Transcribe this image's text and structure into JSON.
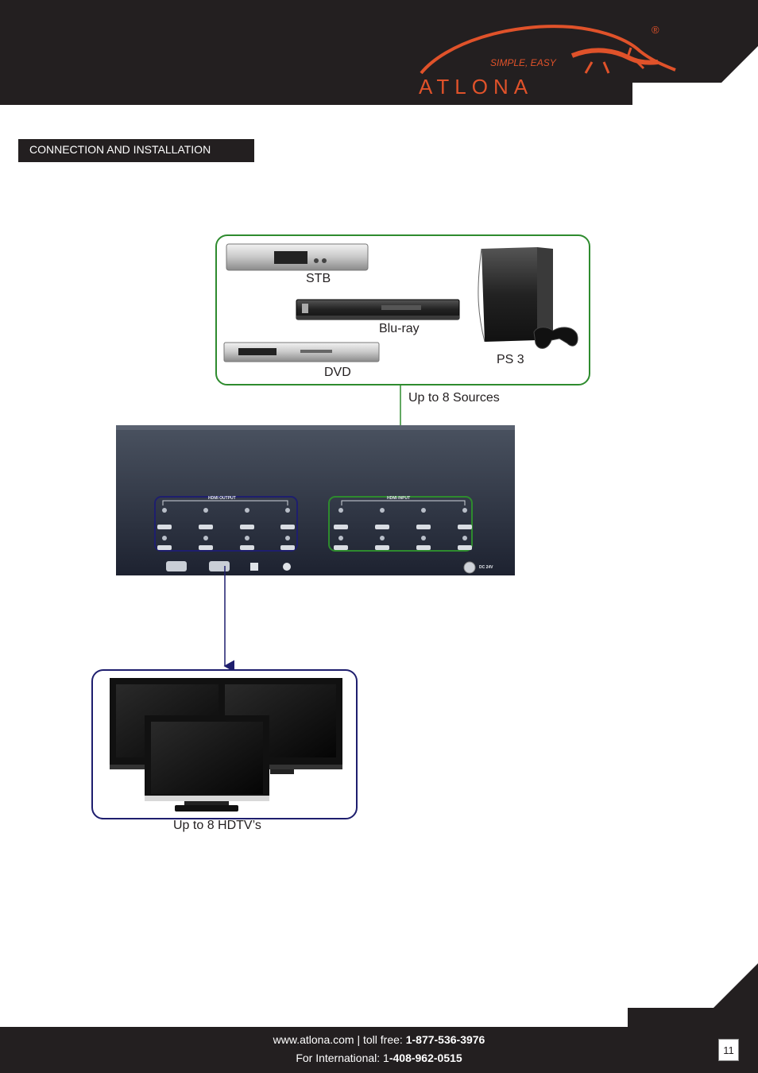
{
  "header": {
    "tagline": "SIMPLE, EASY",
    "brand": "ATLONA",
    "registered": "®",
    "bg_color": "#231f20",
    "accent_color": "#e0522a"
  },
  "section": {
    "title": "CONNECTION AND INSTALLATION"
  },
  "diagram": {
    "sources_box_color": "#2e8b2e",
    "output_box_color": "#1e1e6e",
    "devices": {
      "stb": "STB",
      "bluray": "Blu-ray",
      "dvd": "DVD",
      "ps3": "PS 3"
    },
    "sources_caption": "Up to 8 Sources",
    "hdtv_caption": "Up to 8 HDTV’s",
    "panel": {
      "output_label": "HDMI OUTPUT",
      "input_label": "HDMI INPUT",
      "power_label": "DC 24V"
    }
  },
  "footer": {
    "website": "www.atlona.com | toll free: ",
    "toll_free": "1-877-536-3976",
    "intl_prefix": "For International: 1",
    "intl_number": "-408-962-0515",
    "page_number": "11"
  }
}
